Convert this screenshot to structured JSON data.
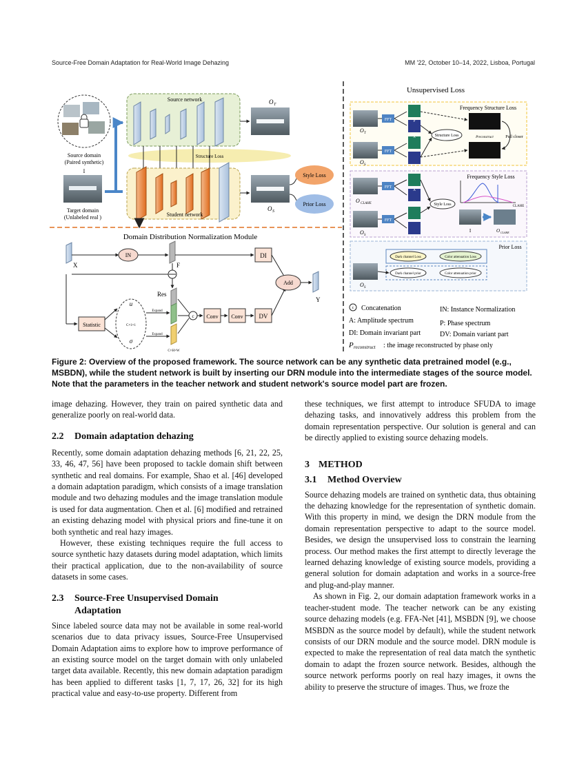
{
  "header": {
    "left": "Source-Free Domain Adaptation for Real-World Image Dehazing",
    "right": "MM '22, October 10–14, 2022, Lisboa, Portugal"
  },
  "figure": {
    "source_domain": "Source domain",
    "paired_synthetic": "(Paired synthetic)",
    "input_label": "I",
    "target_domain": "Target domain",
    "unlabeled_real": "(Unlabeled real )",
    "source_network": "Source network",
    "student_network": "Student network",
    "structure_loss": "Structure Loss",
    "o_t": "O",
    "o_t_sub": "T",
    "o_s": "O",
    "o_s_sub": "S",
    "style_loss": "Style Loss",
    "prior_loss": "Prior Loss",
    "ddnm_title": "Domain Distribution Normalization Module",
    "x": "X",
    "in": "IN",
    "f": "F",
    "res": "Res",
    "di": "DI",
    "add": "Add",
    "dv": "DV",
    "y": "Y",
    "statistic": "Statistic",
    "conv1": "Conv",
    "conv2": "Conv",
    "c": "c",
    "mu": "u",
    "sigma": "σ",
    "c11": "C×1×1",
    "chw": "C×H×W",
    "expand1": "Expand",
    "expand2": "Expand",
    "unsup_title": "Unsupervised Loss",
    "freq_struct": "Frequency Structure Loss",
    "fft": "FFT",
    "p": "P",
    "a": "A",
    "struct_loss_r": "Structure Loss",
    "p_recon": "Preconstruct",
    "pull_closer": "Pull closer",
    "freq_style": "Frequency Style Loss",
    "o_clahe": "O",
    "o_clahe_sub": "CLAHE",
    "style_loss_r": "Style Loss",
    "clahe": "CLAHE",
    "i_label": "I",
    "prior_title": "Prior Loss",
    "dark_loss": "Dark channel Loss",
    "color_loss": "Color attenuation Loss",
    "dark_prior": "Dark channel prior",
    "color_prior": "Color attenuation prior",
    "legend": {
      "concat": "Concatenation",
      "in": "IN:  Instance Normalization",
      "a": "A: Amplitude spectrum",
      "p": "P:  Phase spectrum",
      "di": "DI: Domain invariant part",
      "dv": "DV: Domain variant part",
      "pr_sym": "P",
      "pr_sub": "reconstruct",
      "pr_text": ": the image reconstructed by phase only"
    }
  },
  "caption": "Figure 2: Overview of the proposed framework. The source network can be any synthetic data pretrained model (e.g., MSBDN), while the student network is built by inserting our DRN module into the intermediate stages of the source model. Note that the parameters in the teacher network and student network's source model part are frozen.",
  "left_col": {
    "p0": "image dehazing. However, they train on paired synthetic data and generalize poorly on real-world data.",
    "s22_num": "2.2",
    "s22_title": "Domain adaptation dehazing",
    "p1": "Recently, some domain adaptation dehazing methods [6, 21, 22, 25, 33, 46, 47, 56] have been proposed to tackle domain shift between synthetic and real domains. For example, Shao et al. [46] developed a domain adaptation paradigm, which consists of a image translation module and two dehazing modules and the image translation module is used for data augmentation. Chen et al. [6] modified and retrained an existing dehazing model with physical priors and fine-tune it on both synthetic and real hazy images.",
    "p2": "However, these existing techniques require the full access to source synthetic hazy datasets during model adaptation, which limits their practical application, due to the non-availability of source datasets in some cases.",
    "s23_num": "2.3",
    "s23_title1": "Source-Free Unsupervised Domain",
    "s23_title2": "Adaptation",
    "p3": "Since labeled source data may not be available in some real-world scenarios due to data privacy issues, Source-Free Unsupervised Domain Adaptation aims to explore how to improve performance of an existing source model on the target domain with only unlabeled target data available. Recently, this new domain adaptation paradigm has been applied to different tasks [1, 7, 17, 26, 32] for its high practical value and easy-to-use property. Different from"
  },
  "right_col": {
    "p0": "these techniques, we first attempt to introduce SFUDA to image dehazing tasks, and innovatively address this problem from the domain representation perspective. Our solution is general and can be directly applied to existing source dehazing models.",
    "s3_num": "3",
    "s3_title": "METHOD",
    "s31_num": "3.1",
    "s31_title": "Method Overview",
    "p1": "Source dehazing models are trained on synthetic data, thus obtaining the dehazing knowledge for the representation of synthetic domain. With this property in mind, we design the DRN module from the domain representation perspective to adapt to the source model. Besides, we design the unsupervised loss to constrain the learning process. Our method makes the first attempt to directly leverage the learned dehazing knowledge of existing source models, providing a general solution for domain adaptation and works in a source-free and plug-and-play manner.",
    "p2": "As shown in Fig. 2, our domain adaptation framework works in a teacher-student mode. The teacher network can be any existing source dehazing models (e.g. FFA-Net [41], MSBDN [9], we choose MSBDN as the source model by default), while the student network consists of our DRN module and the source model. DRN module is expected to make the representation of real data match the synthetic domain to adapt the frozen source network. Besides, although the source network performs poorly on real hazy images, it owns the ability to preserve the structure of images. Thus, we froze the"
  }
}
